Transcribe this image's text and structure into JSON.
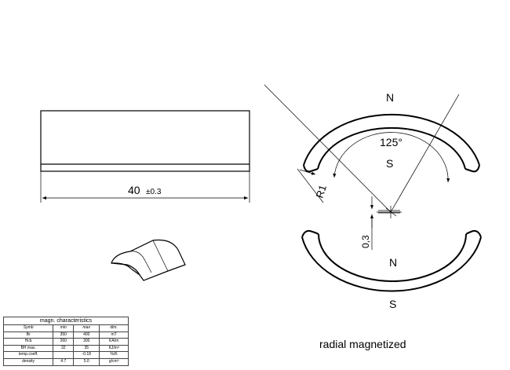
{
  "dimension_length": {
    "value": "40",
    "tolerance": "±0.3"
  },
  "angle_label": "125°",
  "radius_label": "R1",
  "offset_label": "0,3",
  "top_segment": {
    "outer_pole": "N",
    "inner_pole": "S"
  },
  "bottom_segment": {
    "inner_pole": "N",
    "outer_pole": "S"
  },
  "caption": "radial magnetized",
  "table": {
    "title": "magn. characteristics",
    "headers": [
      "Symb",
      "min",
      "max",
      "dim."
    ],
    "rows": [
      [
        "Br",
        "350",
        "400",
        "mT"
      ],
      [
        "Hcb",
        "260",
        "300",
        "KA/m"
      ],
      [
        "BH max.",
        "32",
        "35",
        "KJ/m³"
      ],
      [
        "temp.coeff.",
        "",
        "-0.18",
        "%/K"
      ],
      [
        "density",
        "4.7",
        "5.0",
        "g/cm³"
      ]
    ]
  }
}
